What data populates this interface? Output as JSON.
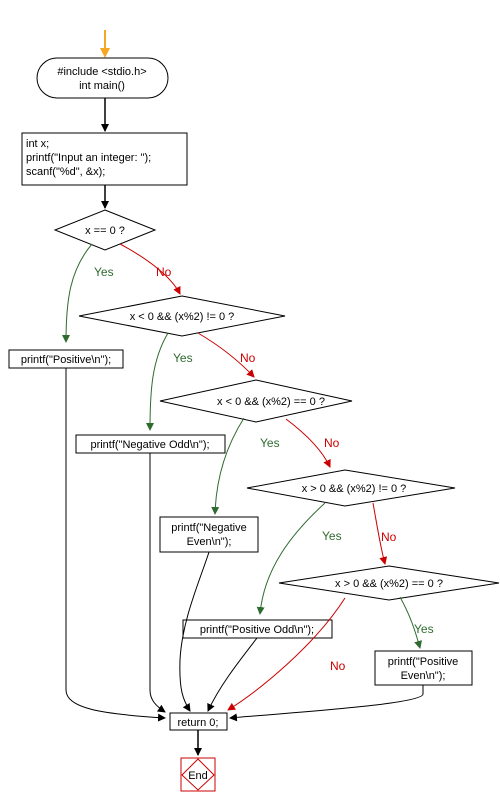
{
  "colors": {
    "yes": "#2f6b2f",
    "no": "#cc0000",
    "start_arrow": "#f5a623",
    "line": "#000000"
  },
  "start": {
    "lines": [
      "#include <stdio.h>",
      "int main()"
    ]
  },
  "input": {
    "lines": [
      "int x;",
      "printf(\"Input an integer: \");",
      "scanf(\"%d\", &x);"
    ]
  },
  "decisions": {
    "d1": "x == 0 ?",
    "d2": "x < 0 && (x%2) != 0 ?",
    "d3": "x < 0 && (x%2) == 0 ?",
    "d4": "x > 0 && (x%2) != 0 ?",
    "d5": "x > 0 && (x%2) == 0 ?"
  },
  "outputs": {
    "p_positive": [
      "printf(\"Positive\\n\");"
    ],
    "p_neg_odd": [
      "printf(\"Negative Odd\\n\");"
    ],
    "p_neg_even": [
      "printf(\"Negative",
      "Even\\n\");"
    ],
    "p_pos_odd": [
      "printf(\"Positive Odd\\n\");"
    ],
    "p_pos_even": [
      "printf(\"Positive",
      "Even\\n\");"
    ]
  },
  "ret": "return 0;",
  "end": "End",
  "labels": {
    "yes": "Yes",
    "no": "No"
  }
}
